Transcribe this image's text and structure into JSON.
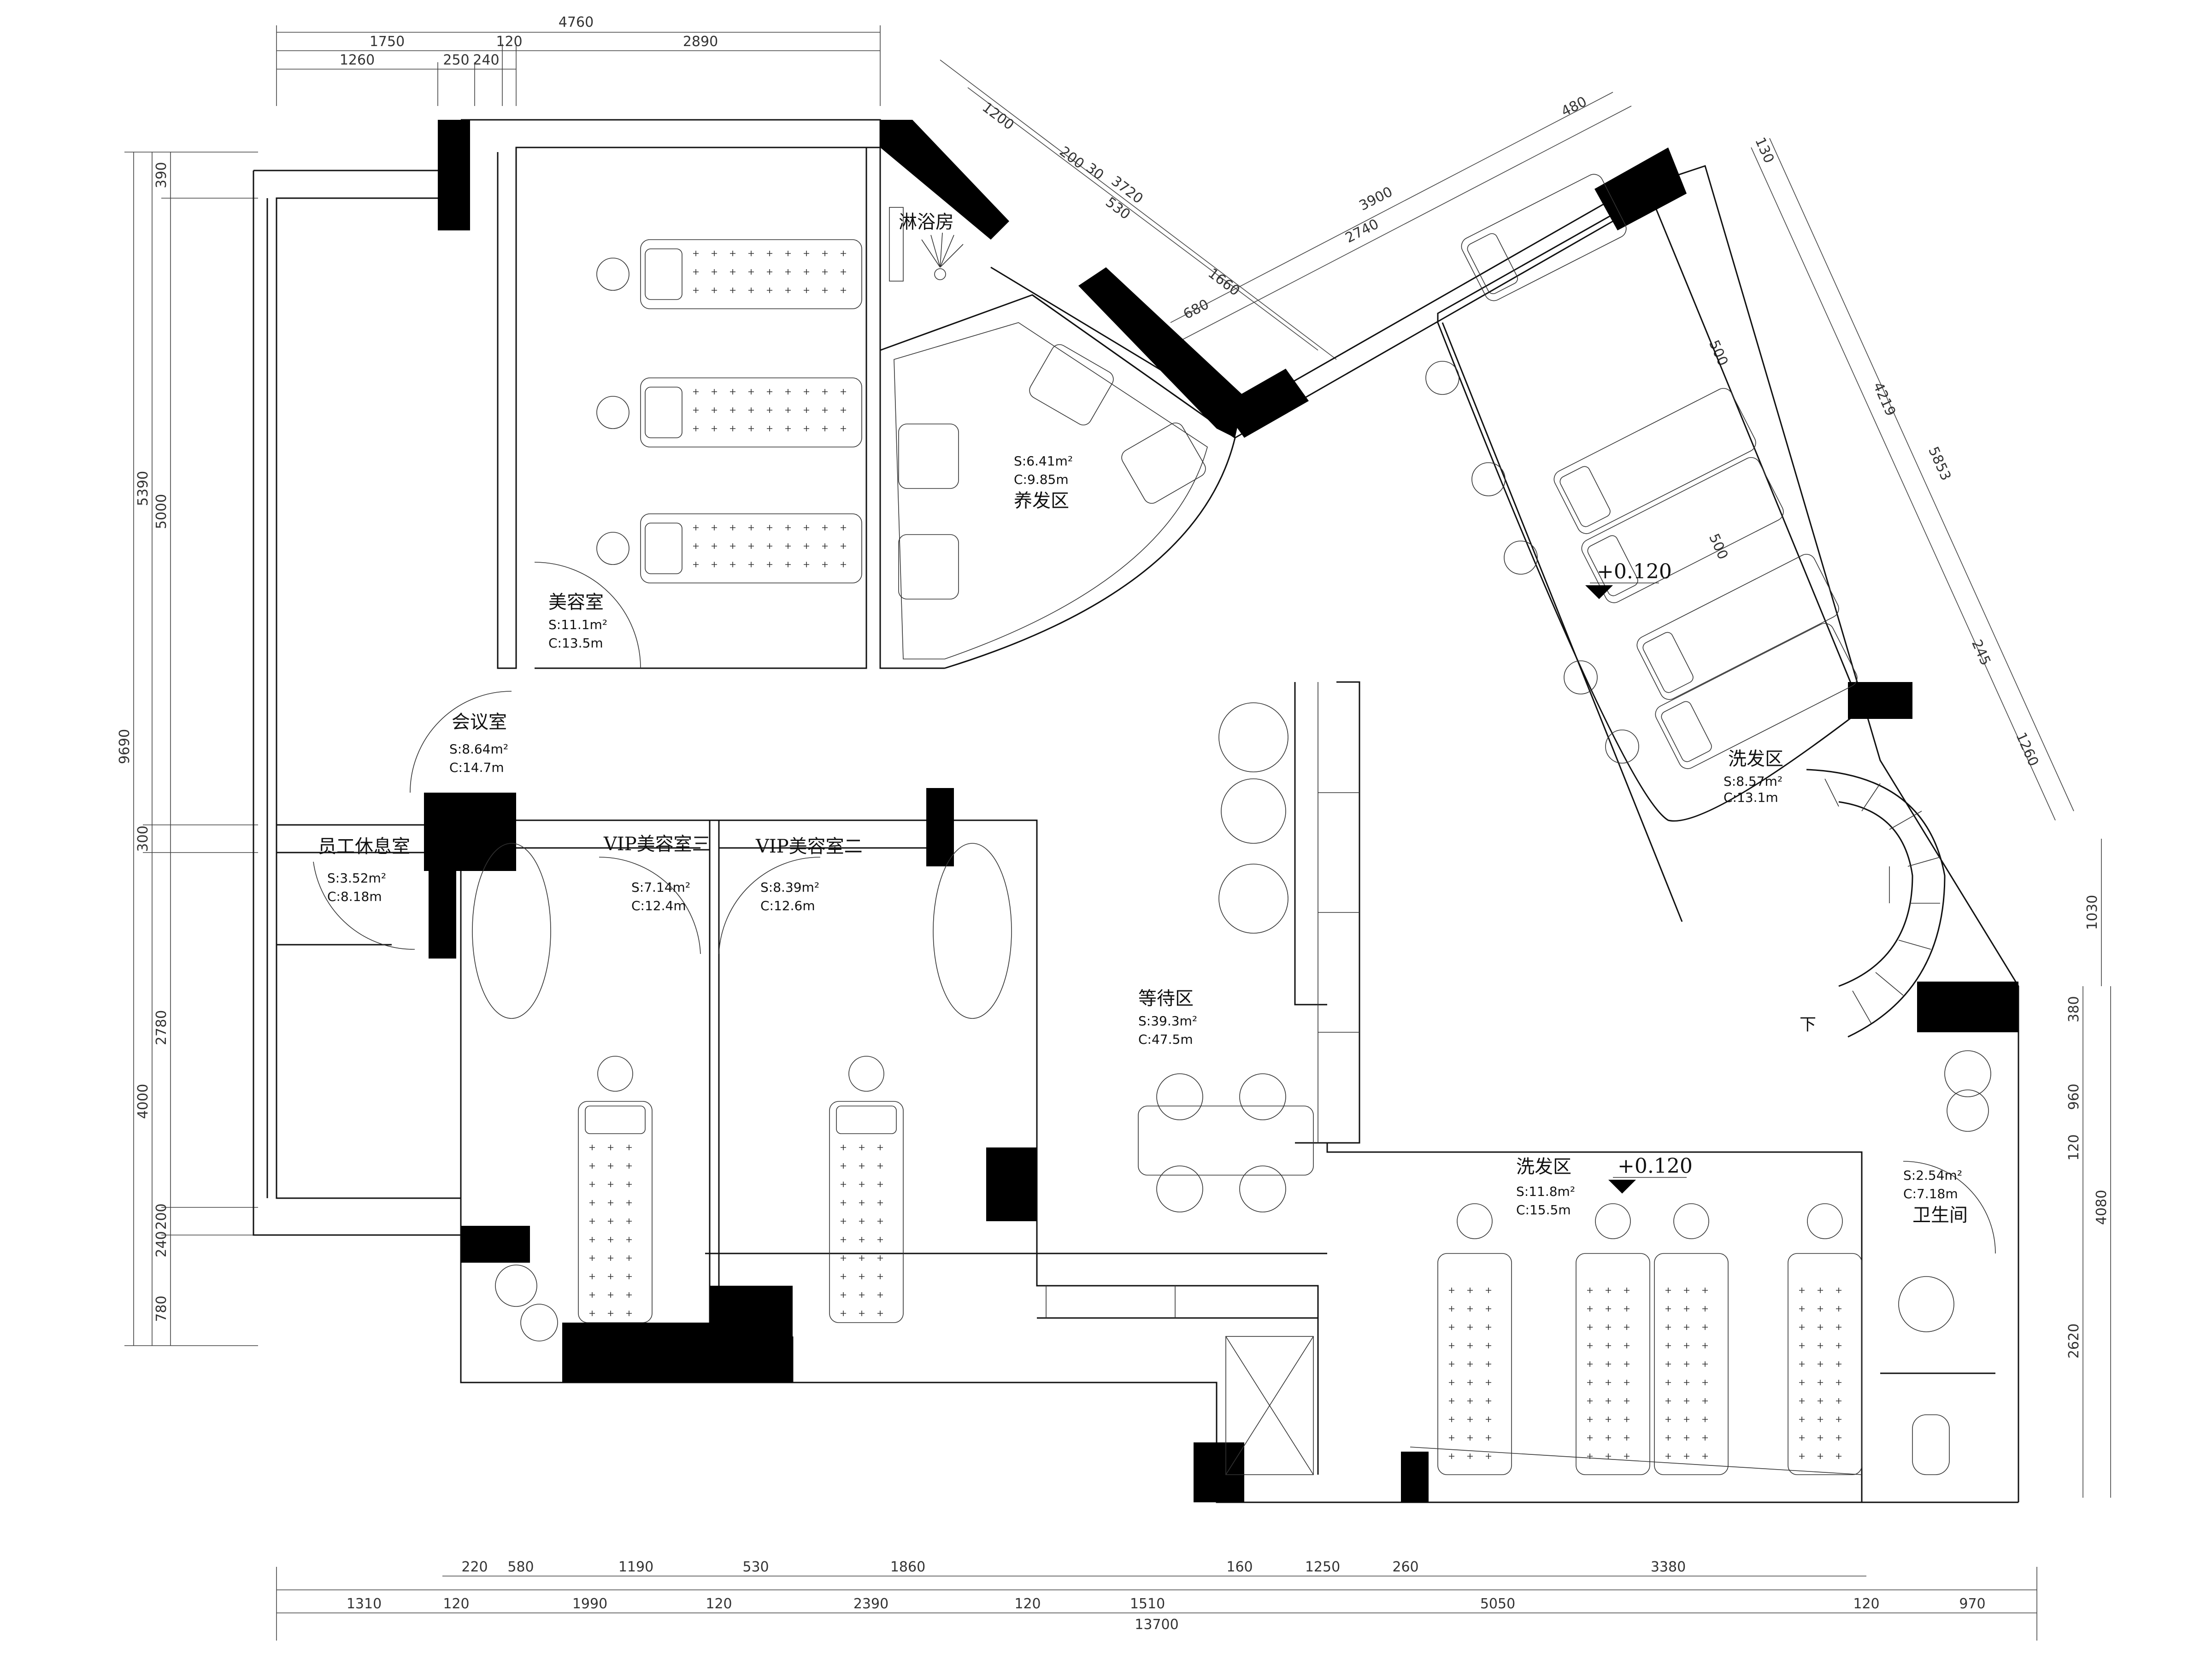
{
  "dimensions": {
    "top_total": "4760",
    "top_row1": [
      "1750",
      "120",
      "2890"
    ],
    "top_row2": [
      "1260",
      "250",
      "240"
    ],
    "left_total": "9690",
    "left_row1": [
      "5390",
      "300",
      "4000"
    ],
    "left_row2": [
      "390",
      "5000",
      "2780",
      "240",
      "200",
      "780"
    ],
    "diag_upper": [
      "1200",
      "200",
      "30",
      "3720",
      "530",
      "1660",
      "680"
    ],
    "diag_mid": [
      "3900",
      "2740",
      "480"
    ],
    "right_diag": [
      "130",
      "4219",
      "5853",
      "500",
      "500",
      "245",
      "1260"
    ],
    "right_vertical": [
      "1030",
      "380",
      "960",
      "120",
      "4080",
      "2620"
    ],
    "bottom_row1": [
      "220",
      "580",
      "1190",
      "530",
      "1860",
      "160",
      "1250",
      "260",
      "3380"
    ],
    "bottom_row2": [
      "1310",
      "120",
      "1990",
      "120",
      "2390",
      "120",
      "1510",
      "5050",
      "120",
      "970"
    ],
    "bottom_total": "13700"
  },
  "rooms": {
    "shower": {
      "name": "淋浴房"
    },
    "hair_care": {
      "name": "养发区",
      "area": "S:6.41m²",
      "perimeter": "C:9.85m"
    },
    "beauty": {
      "name": "美容室",
      "area": "S:11.1m²",
      "perimeter": "C:13.5m"
    },
    "meeting": {
      "name": "会议室",
      "area": "S:8.64m²",
      "perimeter": "C:14.7m"
    },
    "staff_rest": {
      "name": "员工休息室",
      "area": "S:3.52m²",
      "perimeter": "C:8.18m"
    },
    "vip3": {
      "name": "VIP美容室三",
      "area": "S:7.14m²",
      "perimeter": "C:12.4m"
    },
    "vip2": {
      "name": "VIP美容室二",
      "area": "S:8.39m²",
      "perimeter": "C:12.6m"
    },
    "waiting": {
      "name": "等待区",
      "area": "S:39.3m²",
      "perimeter": "C:47.5m"
    },
    "wash_upper": {
      "name": "洗发区",
      "area": "S:8.57m²",
      "perimeter": "C:13.1m"
    },
    "wash_lower": {
      "name": "洗发区",
      "area": "S:11.8m²",
      "perimeter": "C:15.5m"
    },
    "wc": {
      "name": "卫生间",
      "area": "S:2.54m²",
      "perimeter": "C:7.18m"
    }
  },
  "levels": {
    "upper": "+0.120",
    "lower": "+0.120"
  },
  "stair_mark": "下"
}
